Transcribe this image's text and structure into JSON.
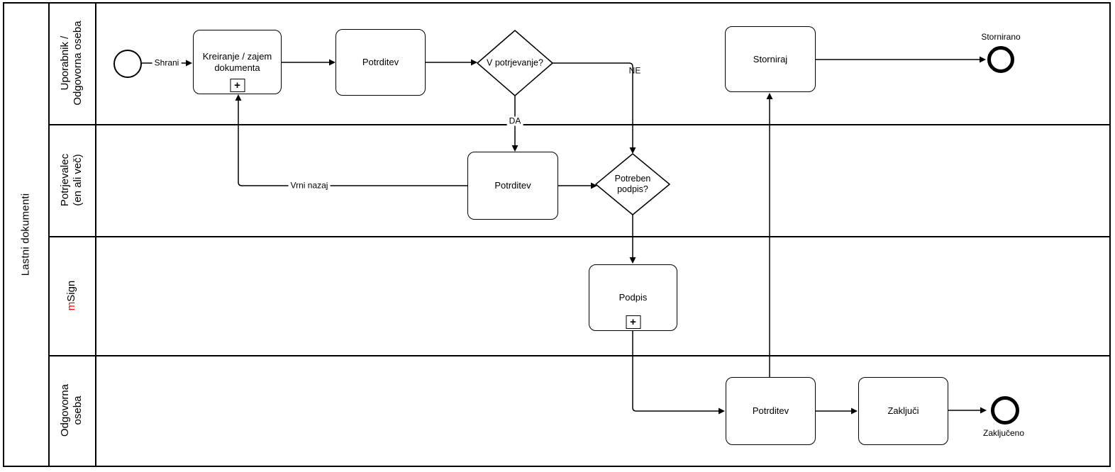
{
  "pool": {
    "label": "Lastni dokumenti"
  },
  "lanes": [
    {
      "line1": "Uporabnik /",
      "line2": "Odgovorna oseba"
    },
    {
      "line1": "Potrjevalec",
      "line2": "(en ali več)"
    },
    {
      "red": "m",
      "rest": "Sign"
    },
    {
      "line1": "Odgovorna",
      "line2": "oseba"
    }
  ],
  "tasks": {
    "create": "Kreiranje / zajem dokumenta",
    "confirm_user": "Potrditev",
    "storniraj": "Storniraj",
    "confirm_approver": "Potrditev",
    "podpis": "Podpis",
    "confirm_responsible": "Potrditev",
    "zakljuci": "Zaključi"
  },
  "gateways": {
    "v_potrjevanje": "V potrjevanje?",
    "potreben_podpis": "Potreben podpis?"
  },
  "edge_labels": {
    "shrani": "Shrani",
    "ne": "NE",
    "da": "DA",
    "vrni_nazaj": "Vrni nazaj"
  },
  "end_events": {
    "stornirano": "Stornirano",
    "zakljuceno": "Zaključeno"
  },
  "icons": {
    "subprocess_plus": "+"
  },
  "colors": {
    "msign_red": "#ff0000",
    "line": "#000000"
  }
}
